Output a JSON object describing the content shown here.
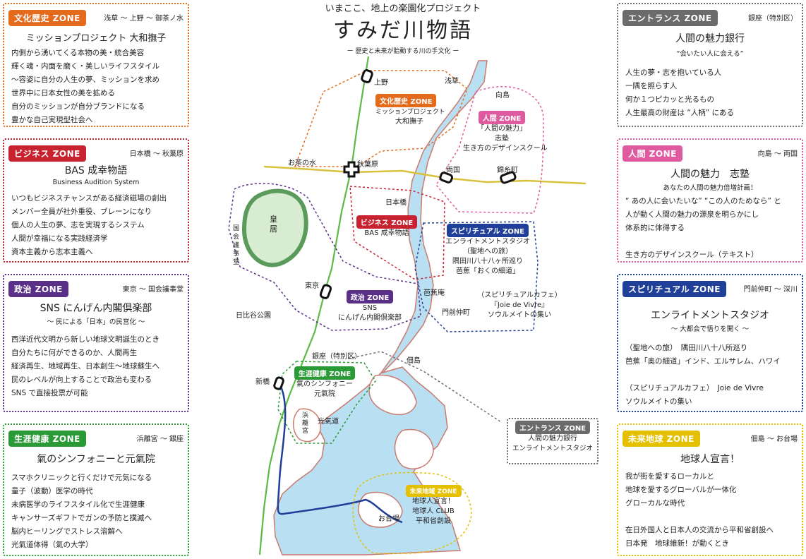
{
  "header": {
    "tagline": "いまここ、地上の楽園化プロジェクト",
    "title": "すみだ川物語",
    "subtitle": "ー 歴史と未来が胎動する川の手文化 ー"
  },
  "colors": {
    "culture": "#e46a1c",
    "business": "#c8212f",
    "politics": "#5a2f88",
    "health": "#2a9a36",
    "entrance": "#6b6b6b",
    "human": "#e05aa0",
    "spiritual": "#1f3f99",
    "future": "#e4c000",
    "river": "#b9dff2",
    "rail_green": "#5cbb44",
    "rail_yellow": "#d8c23c",
    "bank": "#c97b6f"
  },
  "panels": {
    "culture": {
      "badge": "文化歴史 ZONE",
      "region": "浅草 〜 上野 〜 御茶ノ水",
      "title": "ミッションプロジェクト  大和撫子",
      "subtitle": "",
      "lines": [
        "内側から湧いてくる本物の美・統合美容",
        "輝く魂・内面を磨く・美しいライフスタイル",
        "〜容姿に自分の人生の夢、ミッションを求め",
        "世界中に日本女性の美を拡める",
        "自分のミッションが自分ブランドになる",
        "豊かな自己実現型社会へ"
      ]
    },
    "business": {
      "badge": "ビジネス ZONE",
      "region": "日本橋 〜 秋葉原",
      "title": "BAS 成幸物語",
      "subtitle": "Business Audition System",
      "lines": [
        "いつもビジネスチャンスがある経済磁場の創出",
        "メンバー全員が社外重役、ブレーンになり",
        "個人の人生の夢、志を実現するシステム",
        "人間が幸福になる実践経済学",
        "資本主義から志本主義へ"
      ]
    },
    "politics": {
      "badge": "政治 ZONE",
      "region": "東京 〜 国会議事堂",
      "title": "SNS  にんげん内閣倶楽部",
      "subtitle": "〜 民による「日本」の民営化 〜",
      "lines": [
        "西洋近代文明から新しい地球文明誕生のとき",
        "自分たちに何ができるのか、人間再生",
        "経済再生、地域再生、日本創生〜地球蘇生へ",
        "民のレベルが向上することで政治も変わる",
        "SNS で直接投票が可能"
      ]
    },
    "health": {
      "badge": "生涯健康 ZONE",
      "region": "浜離宮 〜 銀座",
      "title": "氣のシンフォニーと元氣院",
      "subtitle": "",
      "lines": [
        "スマホクリニックと行くだけで元気になる",
        "量子（波動）医学の時代",
        "未病医学のライフスタイル化で生涯健康",
        "キャンサーズギフトでガンの予防と撲滅へ",
        "脳内ヒーリングでストレス溶解へ",
        "光氣道体得（氣の大学）"
      ]
    },
    "entrance": {
      "badge": "エントランス ZONE",
      "region": "銀座（特別区）",
      "title": "人間の魅力銀行",
      "subtitle": "“会いたい人に会える”",
      "lines": [
        "人生の夢・志を抱いている人",
        "一隅を照らす人",
        "何か１つピカッと光るもの",
        "人生最高の財産は “人柄” にある"
      ]
    },
    "human": {
      "badge": "人間 ZONE",
      "region": "向島 〜 両国",
      "title": "人間の魅力　志塾",
      "subtitle": "あなたの人間の魅力倍増計画！",
      "lines": [
        "“ あの人に会いたいな” “この人のためなら” と",
        "人が動く人間の魅力の源泉を明らかにし",
        "体系的に体得する",
        "",
        "生き方のデザインスクール（テキスト）"
      ]
    },
    "spiritual": {
      "badge": "スピリチュアル ZONE",
      "region": "門前仲町 〜 深川",
      "title": "エンライトメントスタジオ",
      "subtitle": "〜 大都会で悟りを開く 〜",
      "lines": [
        "（聖地への旅）　隅田川八十八所巡り",
        "芭蕉「奥の細道」インド、エルサレム、ハワイ",
        "",
        "（スピリチュアルカフェ）　Joie de Vivre",
        "ソウルメイトの集い"
      ]
    },
    "future": {
      "badge": "未来地球 ZONE",
      "region": "佃島 〜 お台場",
      "title": "地球人宣言！",
      "subtitle": "",
      "lines": [
        "我が街を愛するローカルと",
        "地球を愛するグローバルが一体化",
        "グローカルな時代",
        "",
        "在日外国人と日本人の交流から平和省創設へ",
        "日本発　地球維新！が動くとき"
      ]
    }
  },
  "map": {
    "places": {
      "ueno": "上野",
      "asakusa": "浅草",
      "mukojima": "向島",
      "ochanomizu": "お茶の水",
      "akihabara": "秋葉原",
      "ryogoku": "両国",
      "kinshicho": "錦糸町",
      "nihonbashi": "日本橋",
      "kokyo": "皇居",
      "kokkai": "国会議事堂",
      "tokyo": "東京",
      "hibiya": "日比谷公園",
      "ginza": "銀座（特別区）",
      "shinbashi": "新橋",
      "tsukudajima": "佃島",
      "hamarikyu": "浜離宮",
      "basho": "芭蕉庵",
      "monzen": "門前仲町",
      "odaiba": "お台場"
    },
    "zones": {
      "culture": {
        "badge": "文化歴史 ZONE",
        "text": [
          "ミッションプロジェクト",
          "大和撫子"
        ]
      },
      "human": {
        "badge": "人間 ZONE",
        "text": [
          "「人間の魅力」",
          "志塾",
          "生き方のデザインスクール"
        ]
      },
      "business": {
        "badge": "ビジネス ZONE",
        "text": [
          "BAS 成幸物語"
        ]
      },
      "spiritual": {
        "badge": "スピリチュアル ZONE",
        "text": [
          "エンライトメントスタジオ",
          "（聖地への旅）",
          "隅田川八十八ヶ所巡り",
          "芭蕉「おくの細道」"
        ],
        "text2": [
          "（スピリチュアルカフェ）",
          "『Joie de Vivre』",
          "ソウルメイトの集い"
        ]
      },
      "politics": {
        "badge": "政治 ZONE",
        "text": [
          "SNS",
          "にんげん内閣倶楽部"
        ]
      },
      "health": {
        "badge": "生涯健康 ZONE",
        "text": [
          "氣のシンフォニー",
          "元氣院"
        ],
        "extra": "光氣道"
      },
      "entrance": {
        "badge": "エントランス ZONE",
        "text": [
          "人間の魅力銀行",
          "エンライトメントスタジオ"
        ]
      },
      "future": {
        "badge": "未来地域 ZONE",
        "text": [
          "地球人宣言！",
          "地球人 CLUB",
          "平和省創設"
        ]
      }
    }
  }
}
